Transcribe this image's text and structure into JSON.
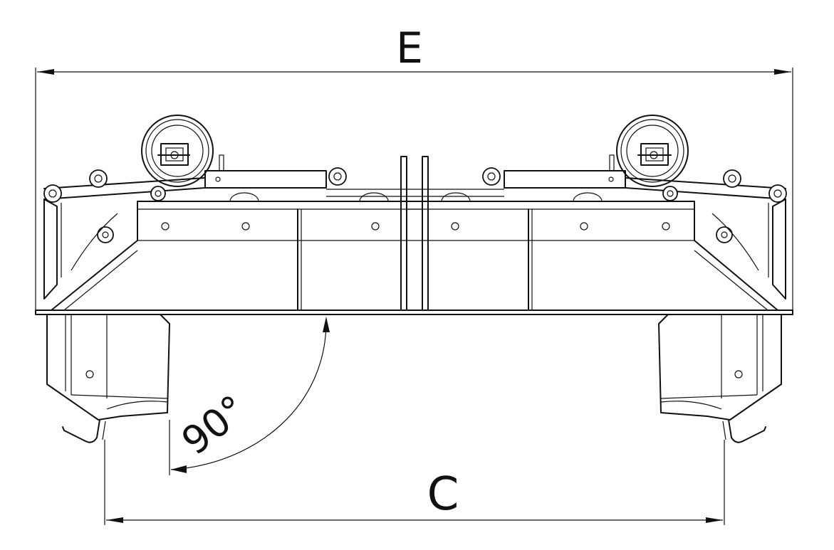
{
  "dimensions": {
    "overall_width_label": "E",
    "inner_width_label": "C",
    "angle_label": "90°"
  }
}
